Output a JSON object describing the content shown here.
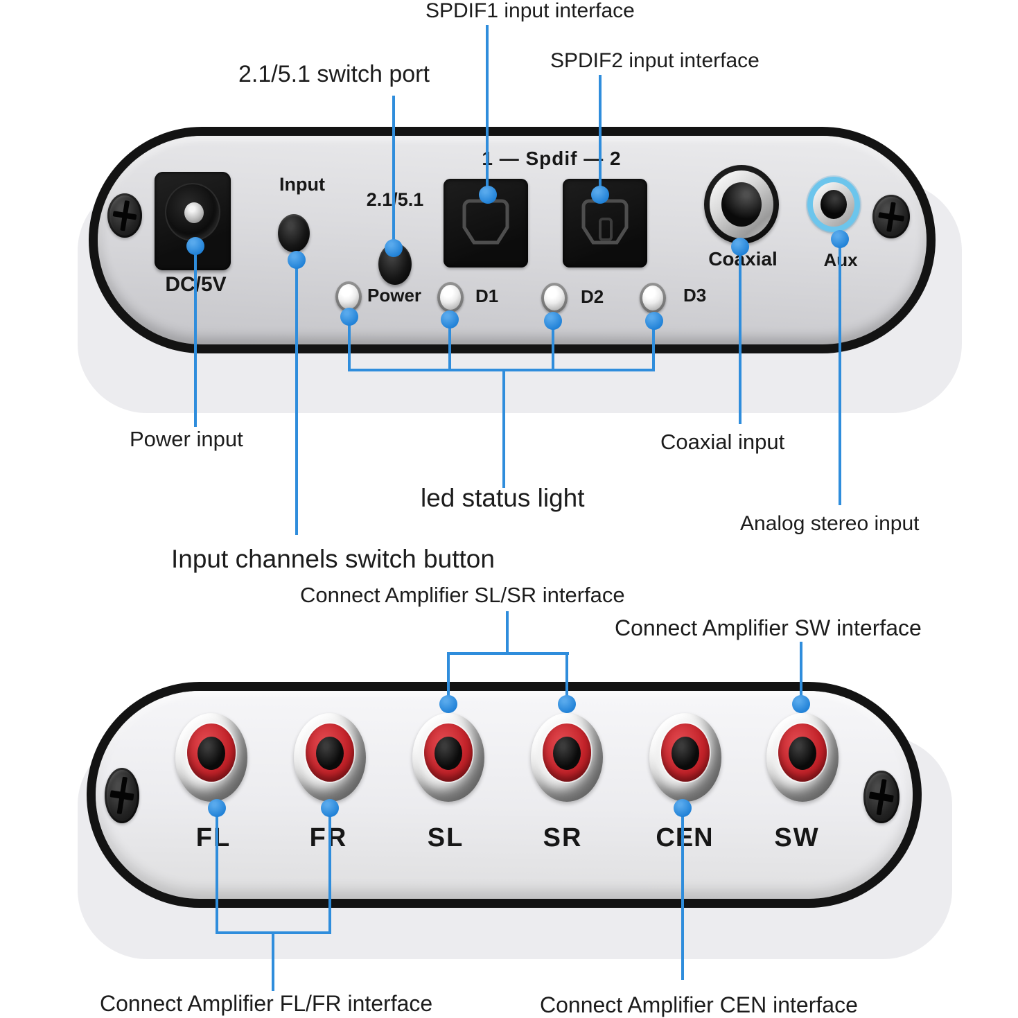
{
  "colors": {
    "callout_line": "#2f8ddc",
    "callout_dot": "#1f80d6",
    "label_text": "#1c1c1c",
    "device_border": "#131313",
    "top_face": "#d9d9dc",
    "bottom_face": "#ececef",
    "rca_red": "#c3232a",
    "aux_ring_cyan": "#6cc5ec"
  },
  "top_callouts": {
    "spdif1": "SPDIF1 input interface",
    "spdif2": "SPDIF2 input interface",
    "switch_port": "2.1/5.1 switch port"
  },
  "top_panel": {
    "dc_label": "DC/5V",
    "input_label": "Input",
    "switch_label": "2.1/5.1",
    "spdif_label": "1 — Spdif — 2",
    "coaxial_label": "Coaxial",
    "aux_label": "Aux",
    "leds": [
      {
        "label": "Power"
      },
      {
        "label": "D1"
      },
      {
        "label": "D2"
      },
      {
        "label": "D3"
      }
    ]
  },
  "mid_callouts": {
    "power_input": "Power input",
    "coaxial_input": "Coaxial input",
    "led_status": "led status light",
    "analog_stereo": "Analog stereo input",
    "input_channels": "Input channels switch button"
  },
  "bottom_callouts": {
    "sl_sr": "Connect Amplifier SL/SR interface",
    "sw": "Connect Amplifier SW interface",
    "fl_fr": "Connect Amplifier FL/FR interface",
    "cen": "Connect Amplifier CEN interface"
  },
  "bottom_panel": {
    "jacks": [
      {
        "label": "FL"
      },
      {
        "label": "FR"
      },
      {
        "label": "SL"
      },
      {
        "label": "SR"
      },
      {
        "label": "CEN"
      },
      {
        "label": "SW"
      }
    ]
  }
}
